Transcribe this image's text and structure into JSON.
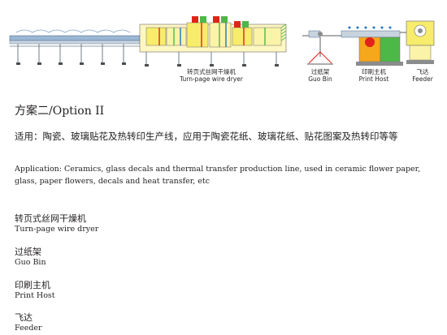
{
  "diagram": {
    "dryer_cn": "转页式丝网干燥机",
    "dryer_en": "Turn-page wire dryer",
    "guobin_cn": "过纸架",
    "guobin_en": "Guo Bin",
    "print_cn": "印刷主机",
    "print_en": "Print Host",
    "feeder_cn": "飞达",
    "feeder_en": "Feeder"
  },
  "title": "方案二/Option II",
  "application_cn": "适用：陶瓷、玻璃贴花及热转印生产线，应用于陶瓷花纸、玻璃花纸、贴花图案及热转印等等",
  "application_en": "Application: Ceramics, glass decals and thermal transfer production line, used in ceramic flower paper, glass, paper flowers, decals and heat transfer, etc",
  "items": [
    {
      "cn": "转页式丝网干燥机",
      "en": "Turn-page wire dryer"
    },
    {
      "cn": "过纸架",
      "en": "Guo Bin"
    },
    {
      "cn": "印刷主机",
      "en": "Print Host"
    },
    {
      "cn": "飞达",
      "en": "Feeder"
    }
  ],
  "colors": {
    "yellow": "#f7ec6b",
    "green": "#4cb848",
    "blue": "#1e73be",
    "red": "#e2231a",
    "orange": "#f5a81c",
    "gray": "#8a8c8e"
  }
}
